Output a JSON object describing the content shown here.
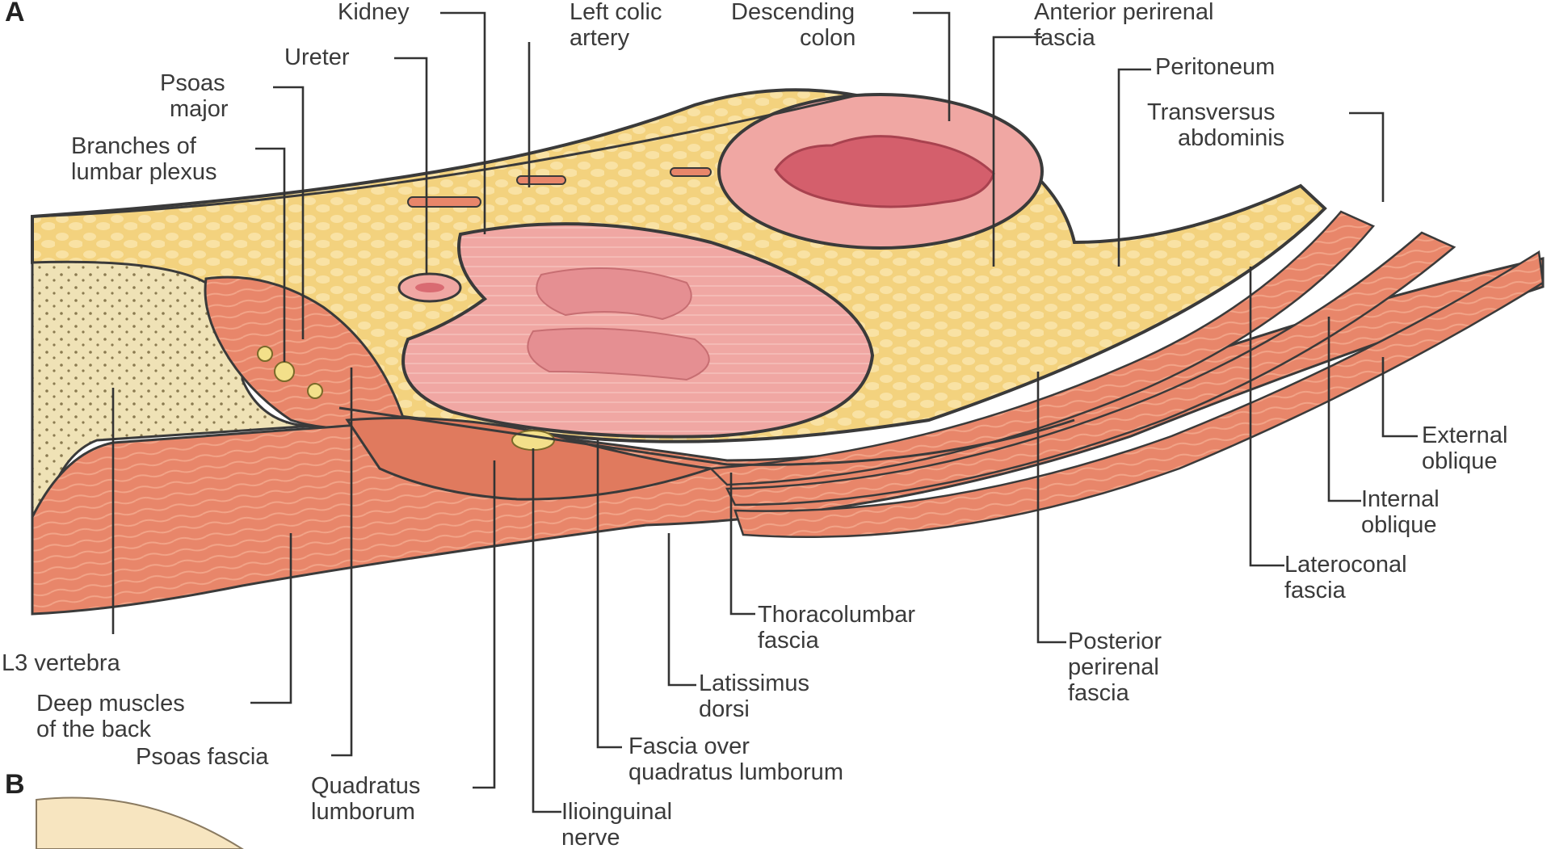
{
  "panels": {
    "a": "A",
    "b": "B"
  },
  "labels": {
    "kidney": "Kidney",
    "left_colic_artery": [
      "Left colic",
      "artery"
    ],
    "descending_colon": [
      "Descending",
      "colon"
    ],
    "anterior_perirenal_fascia": [
      "Anterior perirenal",
      "fascia"
    ],
    "ureter": "Ureter",
    "psoas_major": [
      "Psoas",
      "major"
    ],
    "peritoneum": "Peritoneum",
    "branches_lumbar_plexus": [
      "Branches of",
      "lumbar plexus"
    ],
    "transversus_abdominis": [
      "Transversus",
      "abdominis"
    ],
    "external_oblique": [
      "External",
      "oblique"
    ],
    "internal_oblique": [
      "Internal",
      "oblique"
    ],
    "lateroconal_fascia": [
      "Lateroconal",
      "fascia"
    ],
    "l3_vertebra": "L3 vertebra",
    "thoracolumbar_fascia": [
      "Thoracolumbar",
      "fascia"
    ],
    "posterior_perirenal_fascia": [
      "Posterior",
      "perirenal",
      "fascia"
    ],
    "deep_muscles_back": [
      "Deep muscles",
      "of the back"
    ],
    "latissimus_dorsi": [
      "Latissimus",
      "dorsi"
    ],
    "psoas_fascia": "Psoas fascia",
    "fascia_quadratus": [
      "Fascia over",
      "quadratus lumborum"
    ],
    "quadratus_lumborum": [
      "Quadratus",
      "lumborum"
    ],
    "ilioinguinal_nerve": [
      "Ilioinguinal",
      "nerve"
    ]
  },
  "colors": {
    "fat": "#f3d27e",
    "fat_light": "#f8e0a0",
    "muscle": "#e8866a",
    "muscle_dark": "#c9604a",
    "organ": "#f0a7a3",
    "organ_inner": "#e27c84",
    "bone": "#efe2b6",
    "outline": "#3a3a3a"
  }
}
